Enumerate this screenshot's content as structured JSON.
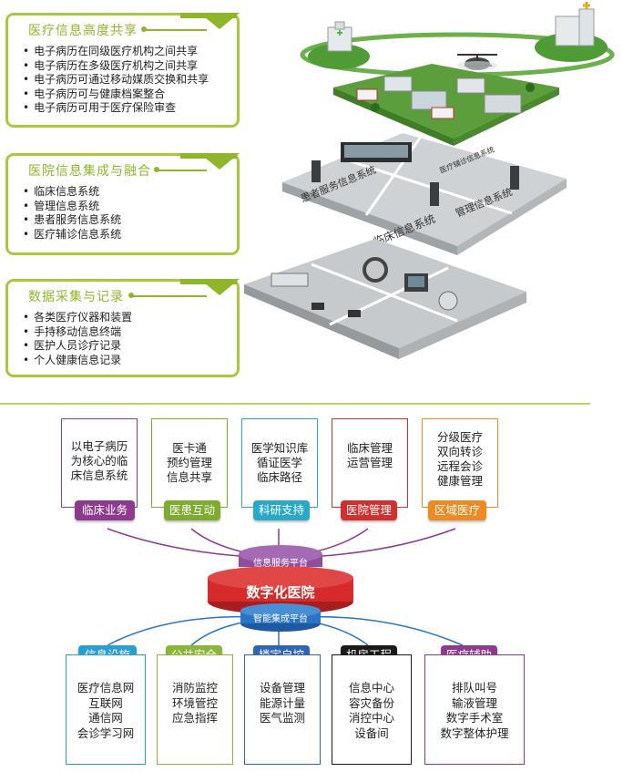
{
  "panels": [
    {
      "title": "医疗信息高度共享",
      "items": [
        "电子病历在同级医疗机构之间共享",
        "电子病历在多级医疗机构之间共享",
        "电子病历可通过移动媒质交换和共享",
        "电子病历可与健康档案整合",
        "电子病历可用于医疗保险审查"
      ]
    },
    {
      "title": "医院信息集成与融合",
      "items": [
        "临床信息系统",
        "管理信息系统",
        "患者服务信息系统",
        "医疗辅诊信息系统"
      ]
    },
    {
      "title": "数据采集与记录",
      "items": [
        "各类医疗仪器和装置",
        "手持移动信息终端",
        "医护人员诊疗记录",
        "个人健康信息记录"
      ]
    }
  ],
  "illustration": {
    "floor_labels": [
      "临床信息系统",
      "管理信息系统",
      "患者服务信息系统",
      "医疗辅诊信息系统"
    ]
  },
  "top_modules": [
    {
      "text": [
        "以电子病历",
        "为核心的临",
        "床信息系统"
      ],
      "label": "临床业务",
      "color": "#8e3a8f"
    },
    {
      "text": [
        "医卡通",
        "预约管理",
        "信息共享"
      ],
      "label": "医患互动",
      "color": "#7dac2f"
    },
    {
      "text": [
        "医学知识库",
        "循证医学",
        "临床路径"
      ],
      "label": "科研支持",
      "color": "#2aa9c6"
    },
    {
      "text": [
        "临床管理",
        "运营管理"
      ],
      "label": "医院管理",
      "color": "#d0302f"
    },
    {
      "text": [
        "分级医疗",
        "双向转诊",
        "远程会诊",
        "健康管理"
      ],
      "label": "区域医疗",
      "color": "#ee8a22"
    }
  ],
  "center": {
    "top_label": "信息服务平台",
    "main_label": "数字化医院",
    "bottom_label": "智能集成平台",
    "colors": {
      "top": "#8e4d9d",
      "main": "#d72a2a",
      "bottom": "#2a74c4"
    }
  },
  "bottom_modules": [
    {
      "label": "信息设施",
      "text": [
        "医疗信息网",
        "互联网",
        "通信网",
        "会诊学习网"
      ],
      "color": "#2a9fcf"
    },
    {
      "label": "公共安全",
      "text": [
        "消防监控",
        "环境管控",
        "应急指挥"
      ],
      "color": "#8bb63a"
    },
    {
      "label": "楼宇自控",
      "text": [
        "设备管理",
        "能源计量",
        "医气监测"
      ],
      "color": "#3065b6"
    },
    {
      "label": "机房工程",
      "text": [
        "信息中心",
        "容灾备份",
        "消控中心",
        "设备间"
      ],
      "color": "#1a1a1a"
    },
    {
      "label": "医疗辅助",
      "text": [
        "排队叫号",
        "输液管理",
        "数字手术室",
        "数字整体护理"
      ],
      "color": "#8e3a8f"
    }
  ]
}
